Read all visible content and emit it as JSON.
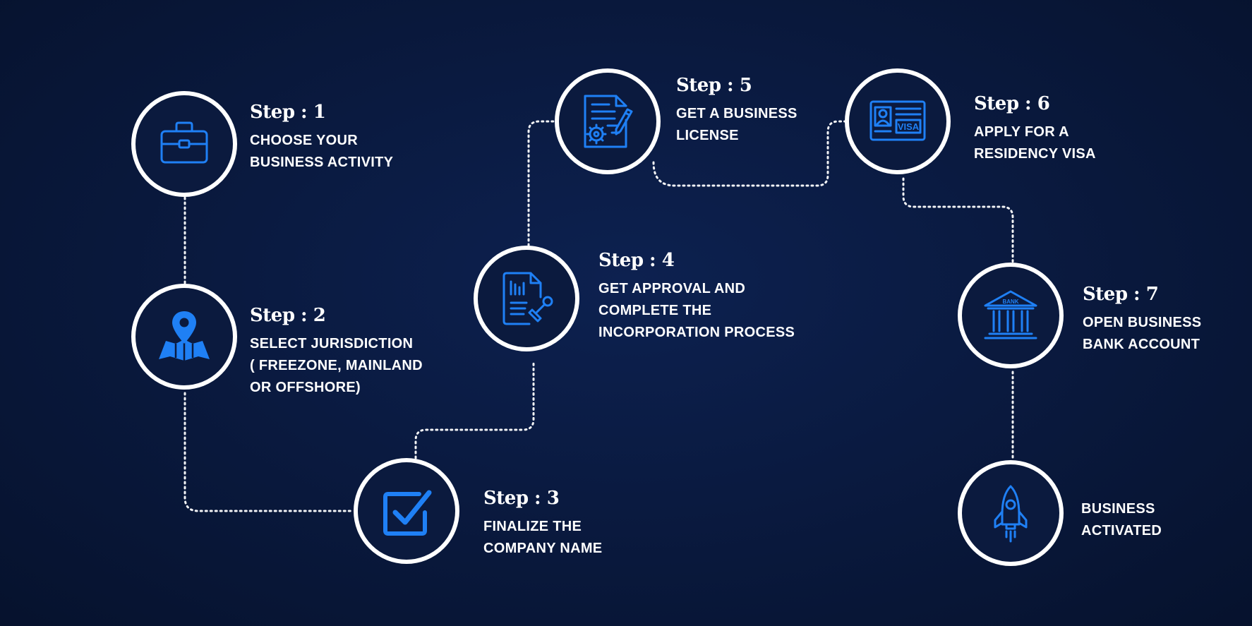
{
  "colors": {
    "background": "#0a1a40",
    "ring": "#ffffff",
    "icon": "#1f80f5",
    "connector": "#ffffff"
  },
  "steps": [
    {
      "title": "Step : 1",
      "lines": [
        "CHOOSE YOUR",
        "BUSINESS ACTIVITY"
      ],
      "icon": "briefcase-icon"
    },
    {
      "title": "Step : 2",
      "lines": [
        "SELECT JURISDICTION",
        "( FREEZONE, MAINLAND",
        "OR OFFSHORE)"
      ],
      "icon": "map-pin-icon"
    },
    {
      "title": "Step : 3",
      "lines": [
        "FINALIZE THE",
        "COMPANY NAME"
      ],
      "icon": "checkbox-icon"
    },
    {
      "title": "Step : 4",
      "lines": [
        "GET APPROVAL AND",
        "COMPLETE THE",
        "INCORPORATION PROCESS"
      ],
      "icon": "document-stamp-icon"
    },
    {
      "title": "Step : 5",
      "lines": [
        "GET A BUSINESS",
        "LICENSE"
      ],
      "icon": "license-certificate-icon"
    },
    {
      "title": "Step : 6",
      "lines": [
        "APPLY FOR A",
        "RESIDENCY VISA"
      ],
      "icon": "visa-card-icon",
      "icon_text": "VISA"
    },
    {
      "title": "Step : 7",
      "lines": [
        "OPEN BUSINESS",
        "BANK ACCOUNT"
      ],
      "icon": "bank-icon",
      "icon_text": "BANK"
    }
  ],
  "final": {
    "lines": [
      "BUSINESS",
      "ACTIVATED"
    ],
    "icon": "rocket-icon"
  }
}
